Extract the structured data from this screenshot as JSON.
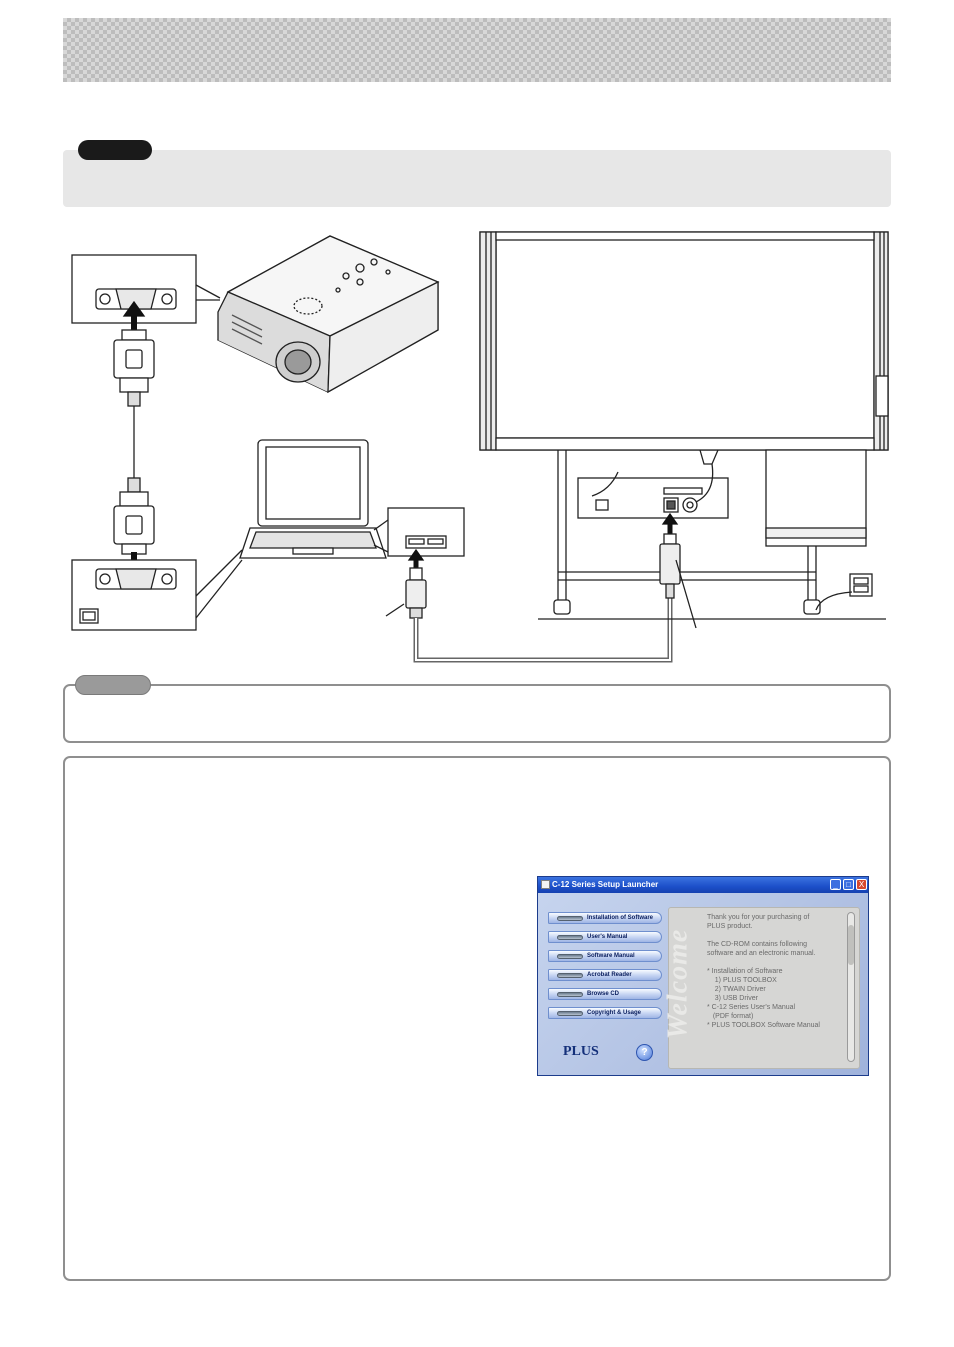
{
  "launcher": {
    "title": "C-12 Series Setup Launcher",
    "buttons": [
      "Installation of Software",
      "User's Manual",
      "Software Manual",
      "Acrobat Reader",
      "Browse CD",
      "Copyright & Usage"
    ],
    "welcome_word": "Welcome",
    "welcome_text": "Thank you for your purchasing of\nPLUS product.\n\nThe CD-ROM contains following\nsoftware and an electronic manual.\n\n* Installation of Software\n    1) PLUS TOOLBOX\n    2) TWAIN Driver\n    3) USB Driver\n* C-12 Series User's Manual\n   (PDF format)\n* PLUS TOOLBOX Software Manual",
    "logo": "PLUS",
    "help_glyph": "?",
    "window_controls": [
      "_",
      "□",
      "X"
    ]
  }
}
